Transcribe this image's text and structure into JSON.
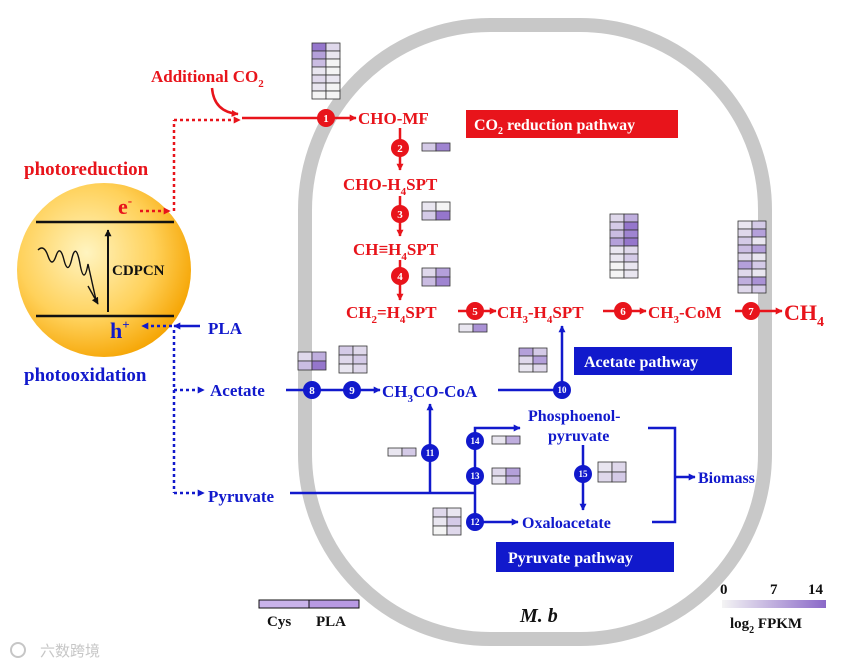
{
  "colors": {
    "red": "#e8141b",
    "blue": "#1119cc",
    "membrane": "#c8c8c8",
    "heat_low": "#f4f4f4",
    "heat_high": "#8a68c8",
    "catalyst_center": "#fff0b0",
    "catalyst_edge": "#f5a300"
  },
  "catalyst": {
    "name": "CDPCN",
    "electron": "e",
    "electron_sup": "-",
    "hole": "h",
    "hole_sup": "+"
  },
  "left": {
    "photoreduction": "photoreduction",
    "photooxidation": "photooxidation",
    "pla": "PLA",
    "acetate": "Acetate",
    "pyruvate": "Pyruvate",
    "additional_co2_main": "Additional CO",
    "additional_co2_sub": "2"
  },
  "co2_path": {
    "cho_mf": "CHO-MF",
    "cho_h4spt": {
      "pre": "CHO-H",
      "sub": "4",
      "post": "SPT"
    },
    "ch_h4spt": {
      "pre": "CH≡H",
      "sub": "4",
      "post": "SPT"
    },
    "ch2_h4spt": {
      "a": "CH",
      "sub1": "2",
      "b": "=H",
      "sub2": "4",
      "c": "SPT"
    },
    "ch3_h4spt": {
      "a": "CH",
      "sub1": "3",
      "b": "-H",
      "sub2": "4",
      "c": "SPT"
    },
    "ch3_com": {
      "a": "CH",
      "sub1": "3",
      "b": "-CoM"
    },
    "ch4": {
      "a": "CH",
      "sub1": "4"
    }
  },
  "acetate_path": {
    "ch3coa": {
      "a": "CH",
      "sub1": "3",
      "b": "CO-CoA"
    }
  },
  "pyruvate_path": {
    "pep_line1": "Phosphoenol-",
    "pep_line2": "pyruvate",
    "oxaloacetate": "Oxaloacetate",
    "biomass": "Biomass"
  },
  "labels": {
    "co2_pathway_pre": "CO",
    "co2_pathway_sub": "2",
    "co2_pathway_post": " reduction pathway",
    "acetate_pathway": "Acetate pathway",
    "pyruvate_pathway": "Pyruvate pathway",
    "organism": "M. b"
  },
  "steps": [
    "1",
    "2",
    "3",
    "4",
    "5",
    "6",
    "7",
    "8",
    "9",
    "10",
    "11",
    "12",
    "13",
    "14",
    "15"
  ],
  "legend": {
    "cys": "Cys",
    "pla": "PLA",
    "scale_min": "0",
    "scale_mid": "7",
    "scale_max": "14",
    "scale_label_pre": "log",
    "scale_label_sub": "2",
    "scale_label_post": " FPKM"
  },
  "watermark": "六数跨境"
}
